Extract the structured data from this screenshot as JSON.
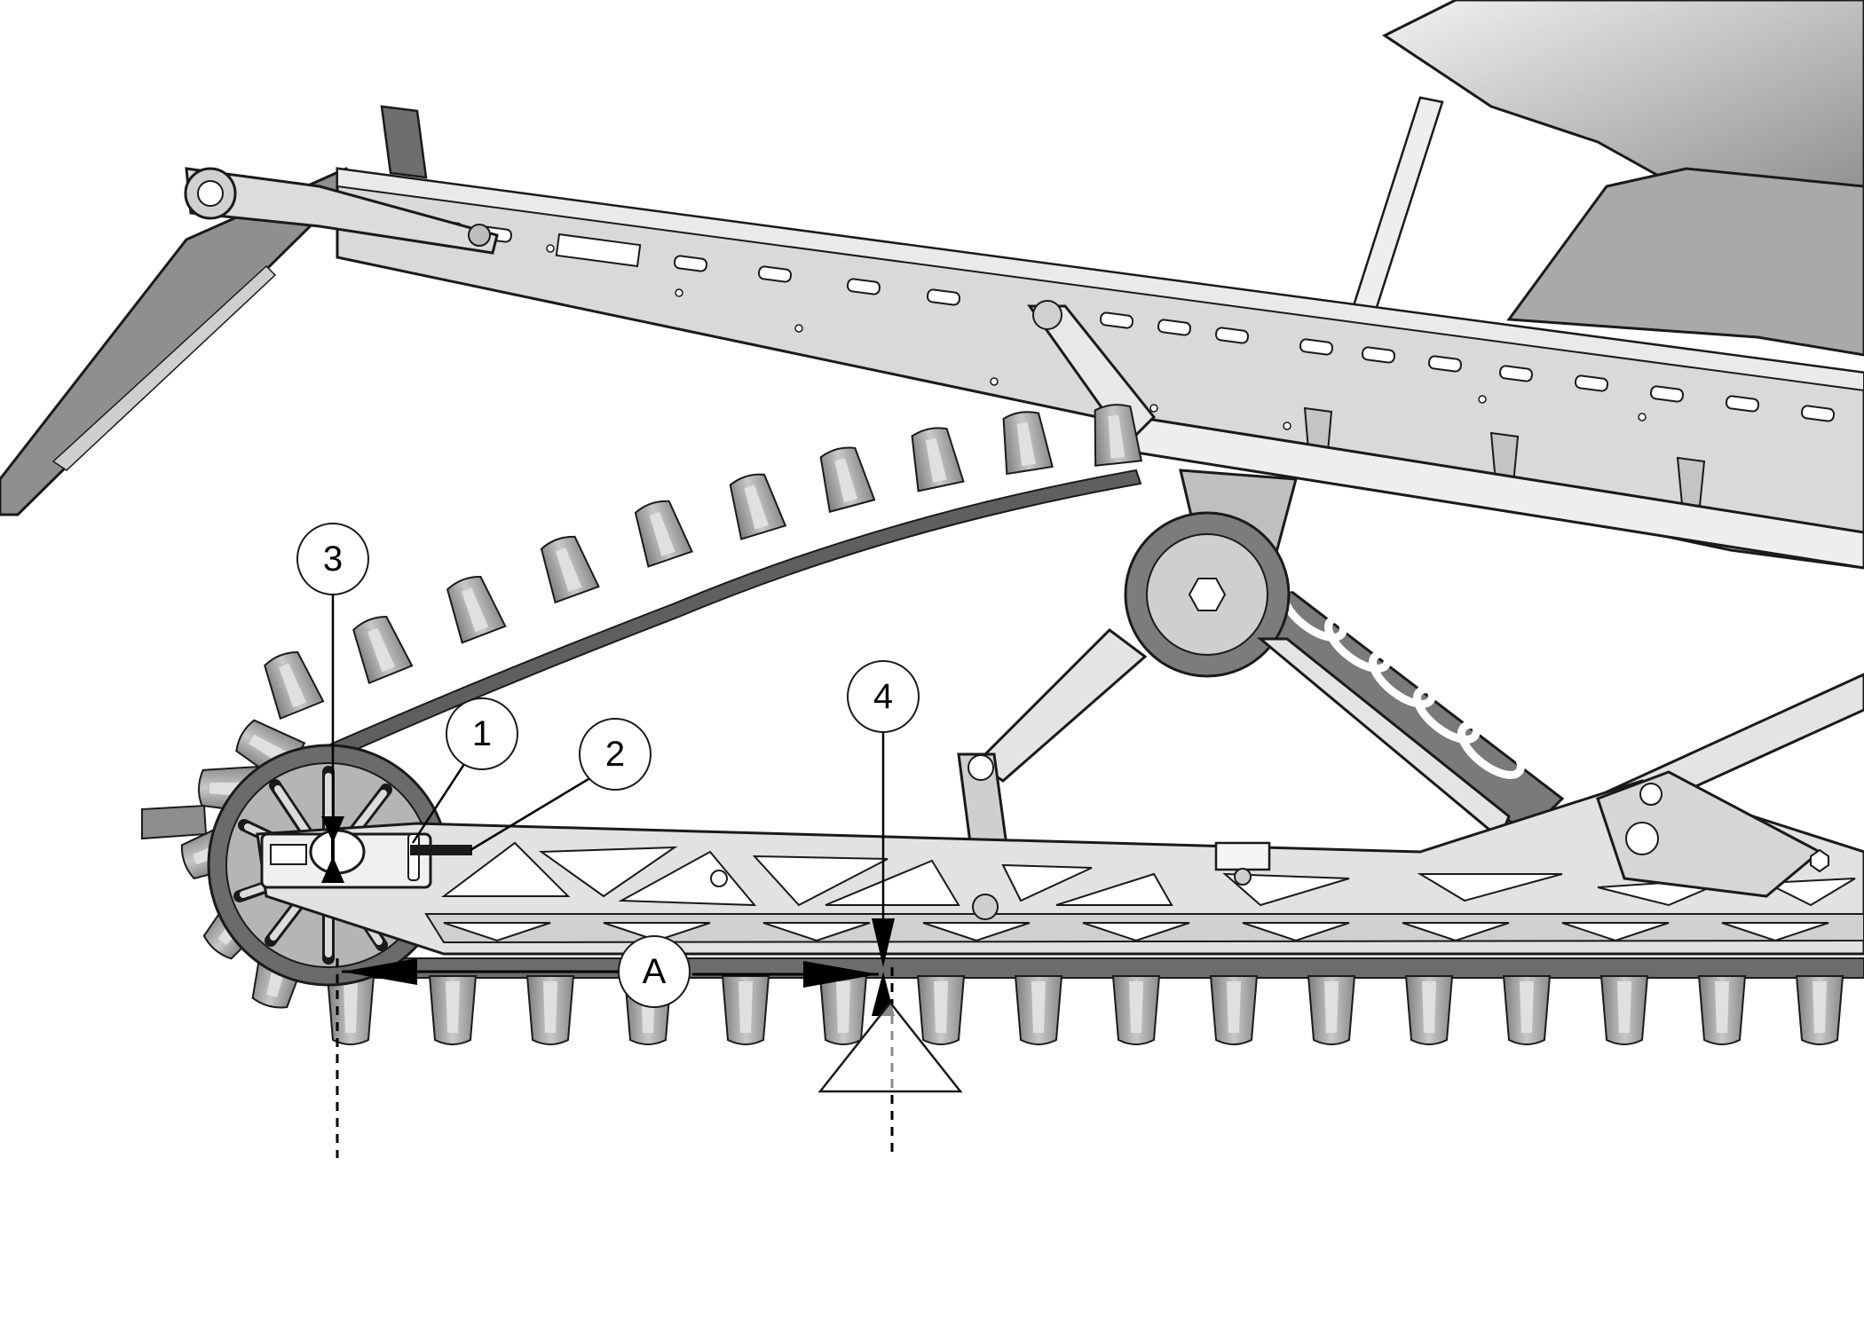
{
  "callouts": {
    "c1": "1",
    "c2": "2",
    "c3": "3",
    "c4": "4",
    "dimension_a": "A"
  },
  "colors": {
    "part_fill": "#d9d9d9",
    "part_dark": "#9a9a9a",
    "lug_fill": "#a8a8a8",
    "line": "#1a1a1a",
    "background": "#ffffff"
  }
}
